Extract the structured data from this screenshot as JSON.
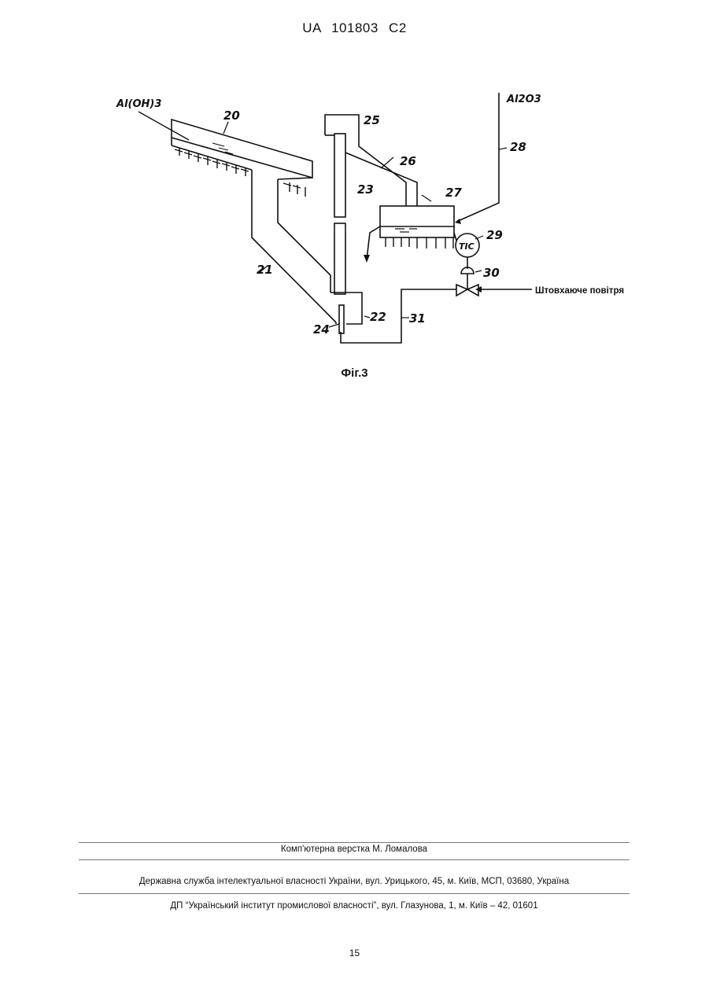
{
  "header": {
    "patent_number": "UA   101803   C2"
  },
  "figure": {
    "caption": "Фіг.3",
    "labels": {
      "input_material": "Al(OH)3",
      "output_material": "Al2O3",
      "air_label": "Штовхаюче повітря",
      "ref_20": "20",
      "ref_21": "21",
      "ref_22": "22",
      "ref_23": "23",
      "ref_24": "24",
      "ref_25": "25",
      "ref_26": "26",
      "ref_27": "27",
      "ref_28": "28",
      "ref_29": "29",
      "ref_30": "30",
      "ref_31": "31",
      "tic": "TIC"
    }
  },
  "footer": {
    "layout_credit": "Комп'ютерна верстка М. Ломалова",
    "agency": "Державна служба інтелектуальної власності України, вул. Урицького, 45, м. Київ, МСП, 03680, Україна",
    "institute": "ДП “Український інститут промислової власності”, вул. Глазунова, 1, м. Київ – 42, 01601"
  },
  "page": {
    "number": "15"
  }
}
